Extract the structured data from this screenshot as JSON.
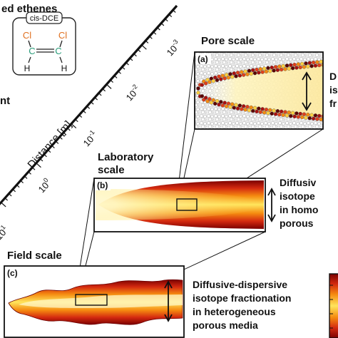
{
  "header": {
    "title": "ed ethenes"
  },
  "molecule": {
    "name": "cis-DCE",
    "left_atom": "Cl",
    "right_atom": "Cl",
    "carbon": "C",
    "hydrogen": "H"
  },
  "left_fragment": "nt",
  "axis": {
    "label": "Distance [m]",
    "ticks": [
      {
        "base": "10",
        "exp": "-3"
      },
      {
        "base": "10",
        "exp": "-2"
      },
      {
        "base": "10",
        "exp": "-1"
      },
      {
        "base": "10",
        "exp": "0"
      },
      {
        "base": "10",
        "exp": "1"
      }
    ]
  },
  "pore": {
    "title": "Pore scale",
    "tag": "(a)",
    "side_lines": [
      "D",
      "is",
      "fr"
    ]
  },
  "lab": {
    "title_line1": "Laboratory",
    "title_line2": "scale",
    "tag": "(b)",
    "side_lines": [
      "Diffusiv",
      "isotope",
      "in homo",
      "porous"
    ]
  },
  "field": {
    "title": "Field scale",
    "tag": "(c)",
    "side_lines": [
      "Diffusive-dispersive",
      "isotope fractionation",
      "in heterogeneous",
      "porous media"
    ]
  },
  "colors": {
    "molecule_green": "#2a9d7a",
    "molecule_orange": "#e07020",
    "plume_dark": "#8b0000",
    "plume_red": "#d42a10",
    "plume_orange": "#f58a10",
    "plume_yellow": "#ffe55c"
  }
}
